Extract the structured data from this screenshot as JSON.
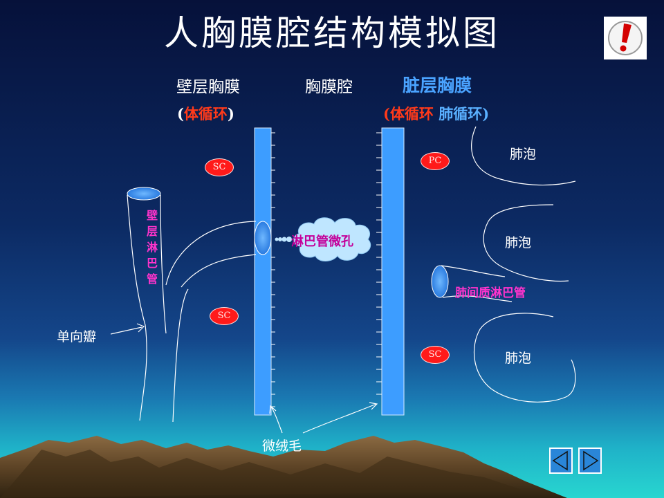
{
  "slide": {
    "title": "人胸膜腔结构模拟图",
    "headers": {
      "parietal": "壁层胸膜",
      "cavity": "胸膜腔",
      "visceral": "脏层胸膜"
    },
    "circulation": {
      "parietal_open": "(",
      "parietal_systemic": "体循环",
      "parietal_close": ")",
      "visceral_open": "(",
      "visceral_systemic": "体循环",
      "visceral_pulmonary": "肺循环",
      "visceral_close": ")"
    },
    "labels": {
      "alveolus_1": "肺泡",
      "alveolus_2": "肺泡",
      "alveolus_3": "肺泡",
      "lymphatic_stoma": "淋巴管微孔",
      "interstitial_lymph": "肺间质淋巴管",
      "parietal_lymph": "壁层淋巴管",
      "one_way_valve": "单向瓣",
      "microvilli": "微绒毛"
    },
    "badges": {
      "sc_1": "SC",
      "sc_2": "SC",
      "pc": "PC",
      "sc_3": "SC"
    },
    "icons": {
      "logo": "exclamation-logo-icon",
      "prev": "triangle-left-icon",
      "next": "triangle-right-icon"
    },
    "colors": {
      "bg_top": "#06113a",
      "bg_mid": "#143f7e",
      "bg_teal": "#1aa8c4",
      "membrane": "#3d9dff",
      "badge": "#ff1a1a",
      "magenta": "#ff33cc",
      "red_text": "#ff3a1a",
      "blue_text": "#4aa3ff",
      "cloud": "#bfe6ff"
    }
  }
}
